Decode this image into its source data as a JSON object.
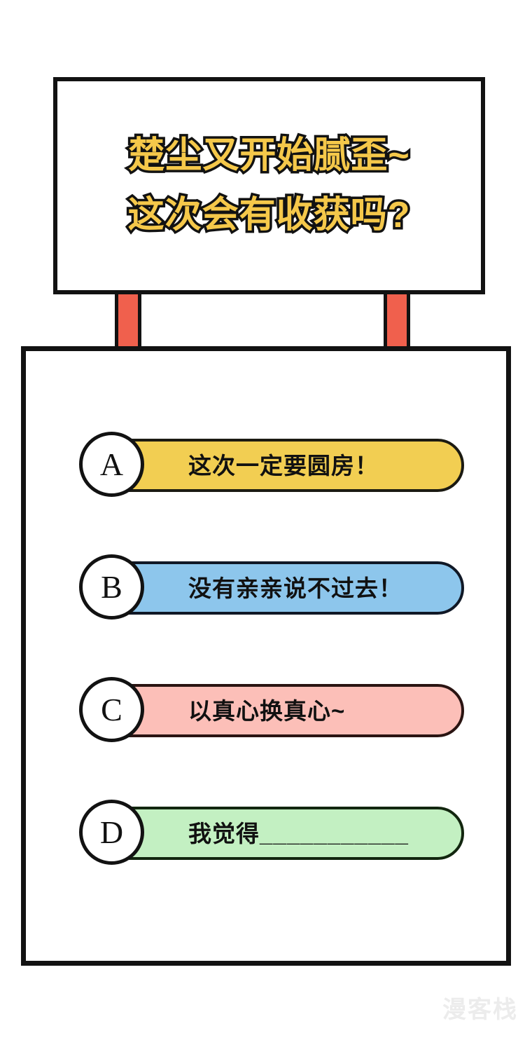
{
  "sign": {
    "line1": "楚尘又开始腻歪~",
    "line2": "这次会有收获吗?",
    "text_color": "#F5C84A",
    "outline_color": "#121212"
  },
  "posts": {
    "color": "#F0604D",
    "left_label": "left-support-post",
    "right_label": "right-support-post"
  },
  "panel": {
    "border_color": "#121212",
    "background": "#ffffff"
  },
  "options": [
    {
      "letter": "A",
      "text": "这次一定要圆房！",
      "color": "#F2CE52"
    },
    {
      "letter": "B",
      "text": "没有亲亲说不过去！",
      "color": "#8DC6EC"
    },
    {
      "letter": "C",
      "text": "以真心换真心~",
      "color": "#FCBFB8"
    },
    {
      "letter": "D",
      "text": "我觉得___________",
      "color": "#C3F0C2"
    }
  ],
  "watermark": {
    "text": "漫客栈"
  }
}
